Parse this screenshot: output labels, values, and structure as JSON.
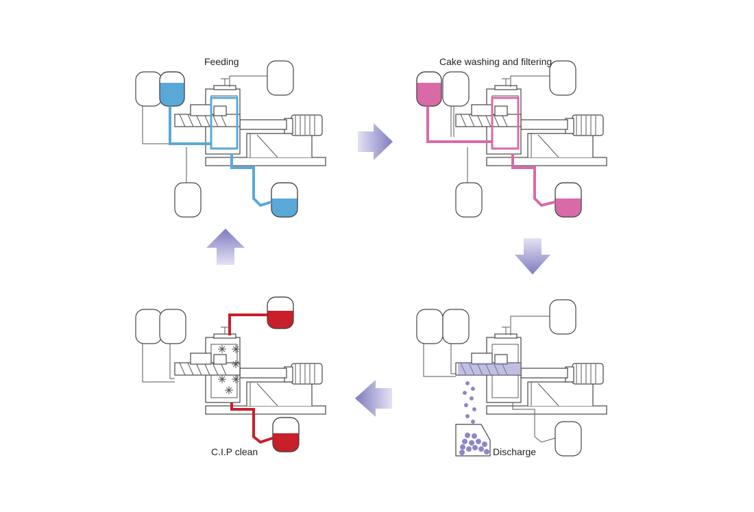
{
  "stages": [
    {
      "id": "feeding",
      "label": "Feeding",
      "fluid_color": "#5aa8d8"
    },
    {
      "id": "washing",
      "label": "Cake washing and filtering",
      "fluid_color": "#d96aa7"
    },
    {
      "id": "discharge",
      "label": "Discharge",
      "fluid_color": "#8c88c8"
    },
    {
      "id": "cip",
      "label": "C.I.P clean",
      "fluid_color": "#c8202a"
    }
  ],
  "colors": {
    "arrow_dark": "#7f7bbf",
    "arrow_light": "#e3e2f3",
    "line": "#444444"
  }
}
